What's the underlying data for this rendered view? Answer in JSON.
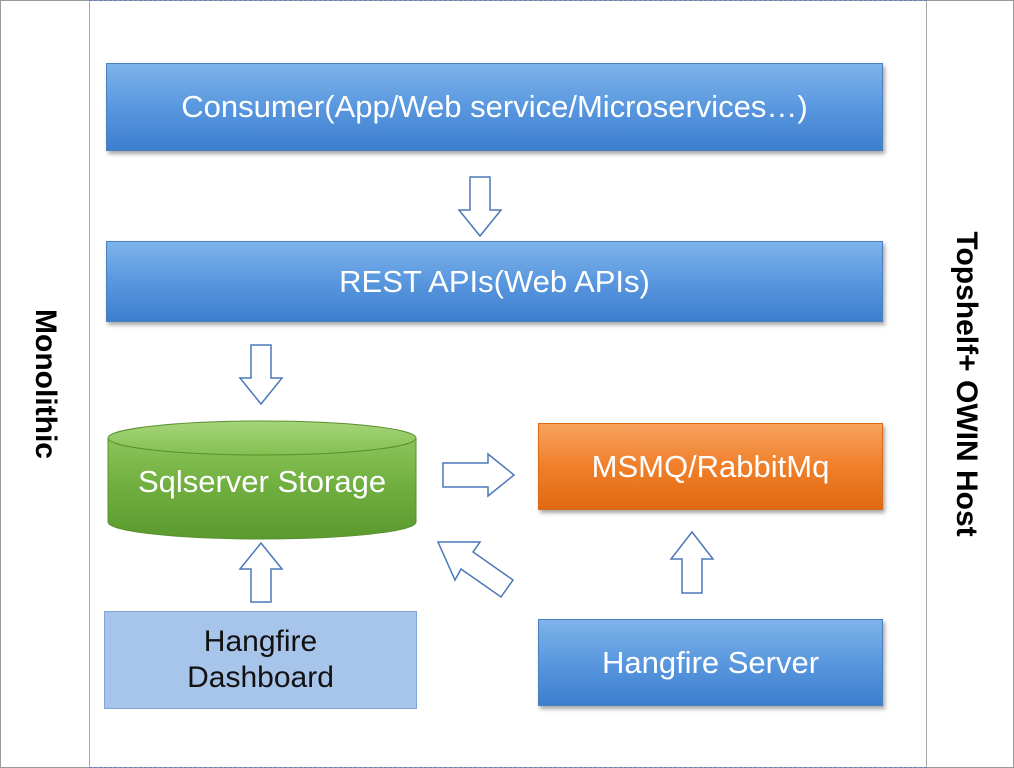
{
  "labels": {
    "left": "Monolithic",
    "right": "Topshelf+ OWIN Host"
  },
  "boxes": {
    "consumer": "Consumer(App/Web service/Microservices…)",
    "rest": "REST APIs(Web APIs)",
    "storage": "Sqlserver Storage",
    "queue": "MSMQ/RabbitMq",
    "dashboard_line1": "Hangfire",
    "dashboard_line2": "Dashboard",
    "server": "Hangfire Server"
  },
  "colors": {
    "blue": "#5c9ae0",
    "green": "#70ad47",
    "orange": "#f07f2a",
    "light_blue": "#a7c5ea",
    "arrow_stroke": "#4a78b8"
  }
}
